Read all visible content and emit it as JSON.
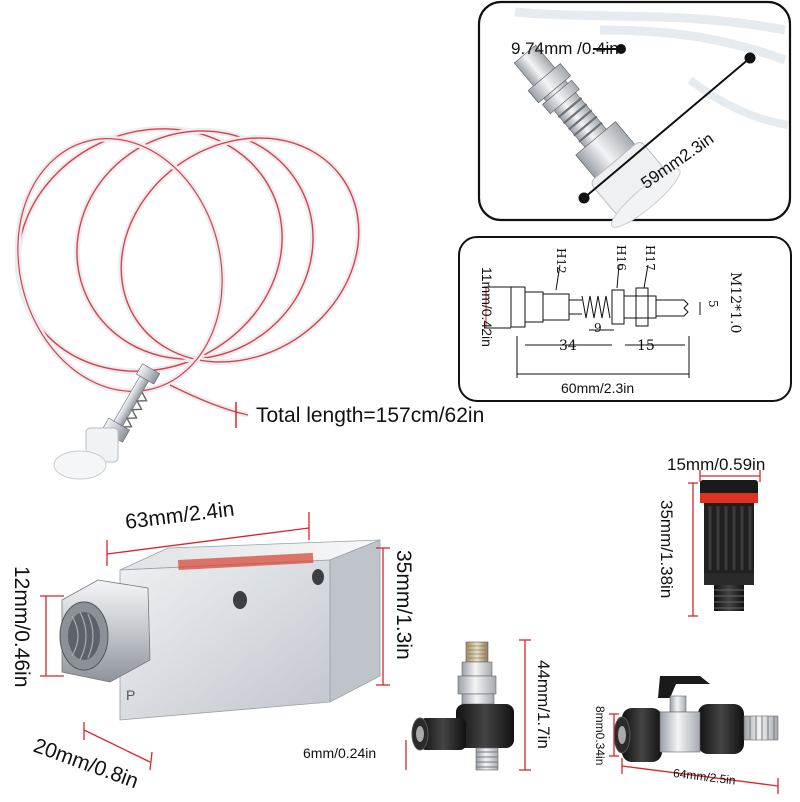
{
  "tubing": {
    "total_length": "Total length=157cm/62in"
  },
  "suction_cup_photo": {
    "thread_size": "9.74mm /0.4in",
    "length": "59mm2.3in"
  },
  "drawing": {
    "tag_h12": "H12",
    "tag_h16": "H16",
    "tag_h17": "H17",
    "thread": "M12*1.0",
    "dim_5": "5",
    "dim_9": "9",
    "dim_34": "34",
    "dim_15": "15",
    "height": "11mm/0.42in",
    "width": "60mm/2.3in"
  },
  "generator": {
    "length": "63mm/2.4in",
    "height": "35mm/1.3in",
    "port": "12mm/0.46in",
    "depth": "20mm/0.8in",
    "port_letter": "P"
  },
  "muffler": {
    "diameter": "15mm/0.59in",
    "length": "35mm/1.38in"
  },
  "speed_valve": {
    "height": "44mm/1.7in",
    "tube": "6mm/0.24in"
  },
  "ball_valve": {
    "height": "8mm0.34in",
    "length": "64mm/2.5in"
  },
  "colors": {
    "dimension_line": "#d8262c",
    "outline": "#111111",
    "metal": "#c9ccd0",
    "tube_red": "#e23c44",
    "muffler_red": "#e0301e"
  }
}
